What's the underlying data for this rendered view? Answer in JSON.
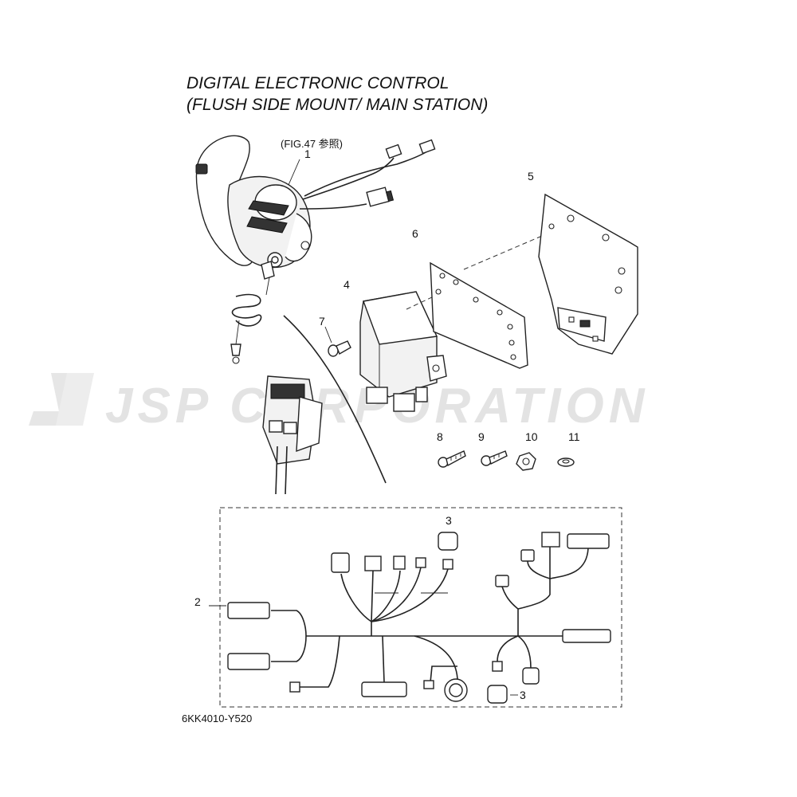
{
  "title": {
    "line1": "DIGITAL ELECTRONIC CONTROL",
    "line2": "(FLUSH SIDE MOUNT/ MAIN STATION)"
  },
  "reference_note": "(FIG.47 参照)",
  "diagram_code": "6KK4010-Y520",
  "watermark": "JSP CORPORATION",
  "callouts": {
    "c1": "1",
    "c2": "2",
    "c3a": "3",
    "c3b": "3",
    "c4": "4",
    "c5": "5",
    "c6": "6",
    "c7": "7",
    "c8": "8",
    "c9": "9",
    "c10": "10",
    "c11": "11"
  },
  "colors": {
    "line": "#222222",
    "watermark": "#e3e3e3",
    "background": "#ffffff"
  }
}
